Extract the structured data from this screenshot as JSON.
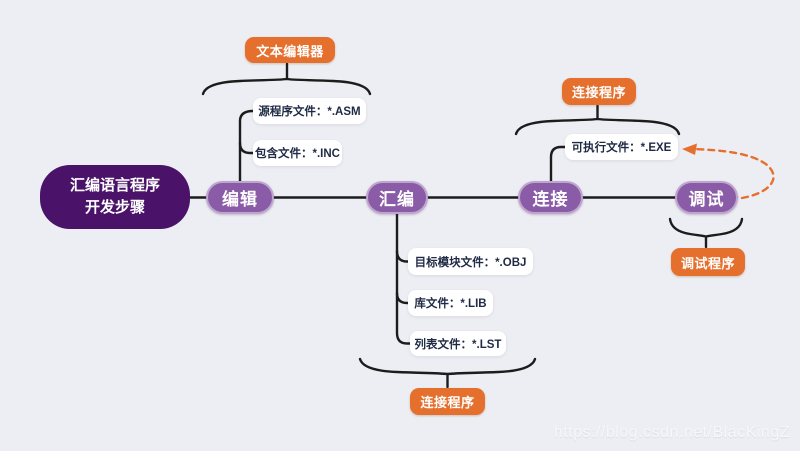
{
  "root": {
    "line1": "汇编语言程序",
    "line2": "开发步骤"
  },
  "steps": {
    "edit": "编辑",
    "assemble": "汇编",
    "link": "连接",
    "debug": "调试"
  },
  "tools": {
    "text_editor": "文本编辑器",
    "linker_top": "连接程序",
    "linker_bottom": "连接程序",
    "debugger": "调试程序"
  },
  "files": {
    "asm": "源程序文件：*.ASM",
    "inc": "包含文件：*.INC",
    "exe": "可执行文件：*.EXE",
    "obj": "目标模块文件：*.OBJ",
    "lib": "库文件：*.LIB",
    "lst": "列表文件：*.LST"
  },
  "watermark": {
    "text": "https://blog.csdn.net/BlacKingZ"
  },
  "colors": {
    "background": "#edeef3",
    "root_node": "#4a1268",
    "step_node": "#8a5ba6",
    "accent_orange": "#e5702e",
    "connector_line": "#1c1c1c",
    "file_text": "#1f2a44"
  }
}
